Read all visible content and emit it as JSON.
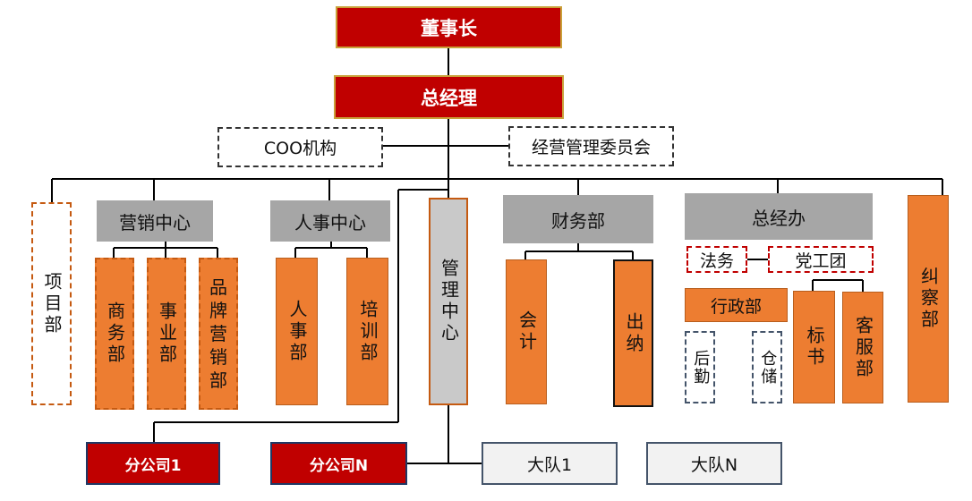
{
  "org": {
    "chairman": "董事长",
    "general_manager": "总经理",
    "coo": "COO机构",
    "committee": "经营管理委员会",
    "project_dept": "项目部",
    "marketing_center": "营销中心",
    "business_dept": "商务部",
    "division_dept": "事业部",
    "brand_marketing_dept": "品牌营销部",
    "hr_center": "人事中心",
    "hr_dept": "人事部",
    "training_dept": "培训部",
    "management_center": "管理中心",
    "finance_dept": "财务部",
    "accounting": "会计",
    "cashier": "出纳",
    "gm_office": "总经办",
    "legal": "法务",
    "party_union": "党工团",
    "admin_dept": "行政部",
    "logistics": "后勤",
    "warehouse": "仓储",
    "tender": "标书",
    "customer_service": "客服部",
    "inspection_dept": "纠察部",
    "branch_1": "分公司1",
    "branch_n": "分公司N",
    "team_1": "大队1",
    "team_n": "大队N"
  },
  "colors": {
    "red": "#c00000",
    "gray": "#a6a6a6",
    "orange": "#ed7d31",
    "light": "#f2f2f2"
  }
}
